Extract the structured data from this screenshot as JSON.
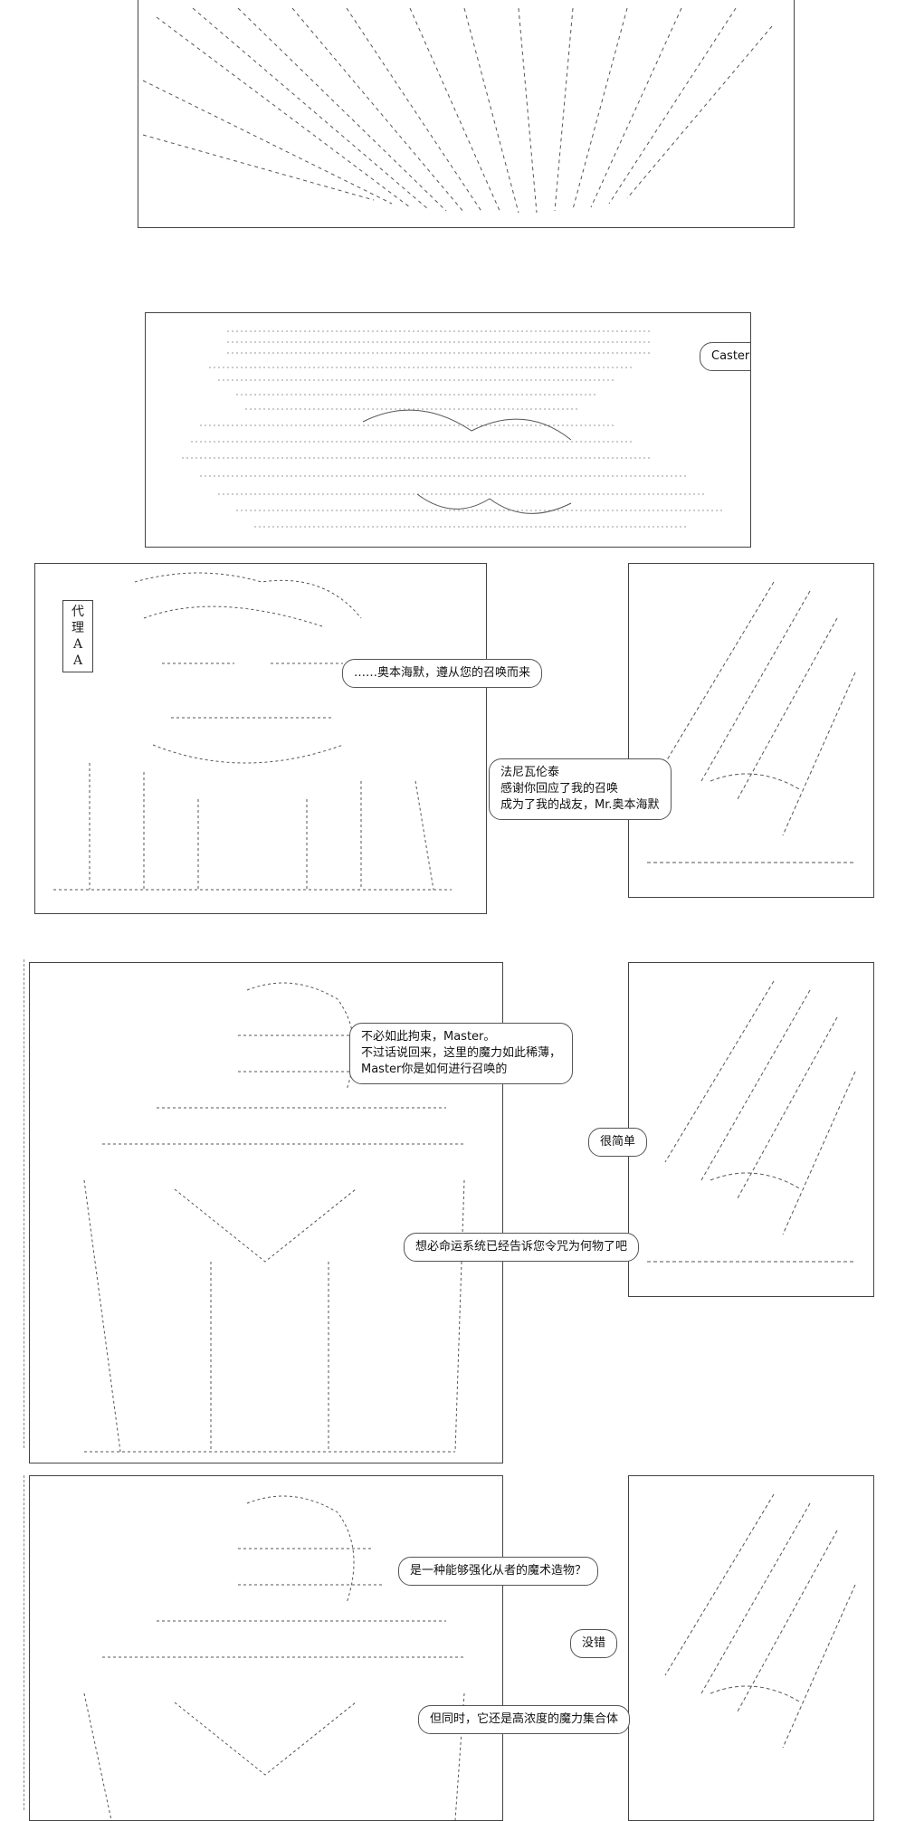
{
  "page": {
    "background": "#ffffff",
    "line_color": "#444444"
  },
  "bubbles": {
    "caster_call": {
      "lines": [
        "Caster……"
      ]
    },
    "okumoto_intro": {
      "lines": [
        "……奥本海默，遵从您的召唤而来"
      ]
    },
    "faraday_reply": {
      "lines": [
        "法尼瓦伦泰",
        "感谢你回应了我的召唤",
        "成为了我的战友，Mr.奥本海默"
      ]
    },
    "no_need": {
      "lines": [
        "不必如此拘束，Master。",
        "不过话说回来，这里的魔力如此稀薄，",
        "Master你是如何进行召唤的"
      ]
    },
    "simple": {
      "lines": [
        "很简单"
      ]
    },
    "system_told": {
      "lines": [
        "想必命运系统已经告诉您令咒为何物了吧"
      ]
    },
    "magic_item": {
      "lines": [
        "是一种能够强化从者的魔术造物？"
      ]
    },
    "correct": {
      "lines": [
        "没错"
      ]
    },
    "high_density": {
      "lines": [
        "但同时，它还是高浓度的魔力集合体"
      ]
    }
  },
  "side_tag": {
    "chars": [
      "代",
      "理",
      "A",
      "A"
    ]
  }
}
